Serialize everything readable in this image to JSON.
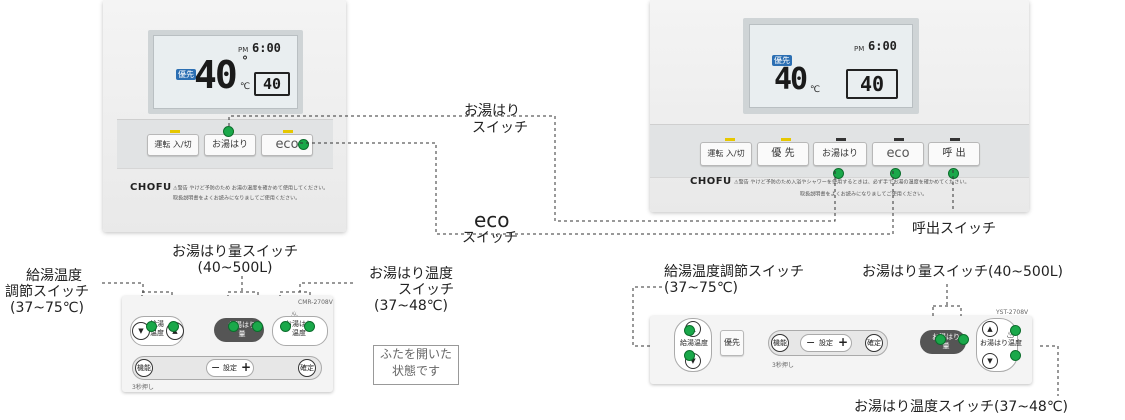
{
  "left_remote": {
    "time": "6:00",
    "pm": "PM",
    "temp": "40",
    "temp_unit": "°",
    "celsius": "℃",
    "bath_temp": "40",
    "priority_badge": "優先",
    "buttons": {
      "power": "運転 入/切",
      "auto_fill": "お湯はり",
      "eco": "eco"
    },
    "brand": "CHOFU",
    "warning_line1": "⚠警告 やけど予防のため お湯の温度を確かめて使用してください。",
    "warning_line2": "取扱説明書をよくお読みになりましてご使用ください。"
  },
  "right_remote": {
    "time": "6:00",
    "pm": "PM",
    "temp": "40",
    "celsius": "℃",
    "bath_temp": "40",
    "priority_badge": "優先",
    "buttons": {
      "power": "運転 入/切",
      "priority": "優 先",
      "auto_fill": "お湯はり",
      "eco": "eco",
      "call": "呼 出"
    },
    "brand": "CHOFU",
    "warning_line1": "⚠警告 やけど予防のため入浴やシャワーを使用するときは、必ず手でお湯の温度を確かめてください。",
    "warning_line2": "取扱説明書をよくお読みになりましてご使用ください。"
  },
  "callouts": {
    "ohayu_switch": "お湯はり\nスイッチ",
    "ohayu_switch_l1": "お湯はり",
    "ohayu_switch_l2": "スイッチ",
    "eco_l1": "eco",
    "eco_l2": "スイッチ",
    "call_switch": "呼出スイッチ"
  },
  "left_open": {
    "labels": {
      "supply_temp_l1": "給湯温度",
      "supply_temp_l2": "調節スイッチ",
      "supply_temp_l3": "(37~75℃)",
      "fill_amount_l1": "お湯はり量スイッチ",
      "fill_amount_l2": "(40~500L)",
      "fill_temp_l1": "お湯はり温度",
      "fill_temp_l2": "スイッチ",
      "fill_temp_l3": "(37~48℃)"
    },
    "controls": {
      "supply": "給湯\n温度",
      "supply_l1": "給湯",
      "supply_l2": "温度",
      "amount_l1": "お湯はり",
      "amount_l2": "量",
      "fill_temp_l1": "お湯はり",
      "fill_temp_l2": "温度",
      "function": "機能",
      "setting": "設定",
      "minus": "−",
      "plus": "+",
      "confirm": "確定",
      "model": "CMR-2708V",
      "hold3": "3秒押し"
    },
    "note_l1": "ふたを開いた",
    "note_l2": "状態です"
  },
  "right_open": {
    "labels": {
      "supply_temp_l1": "給湯温度調節スイッチ",
      "supply_temp_l2": "(37~75℃)",
      "fill_amount": "お湯はり量スイッチ(40~500L)",
      "fill_temp": "お湯はり温度スイッチ(37~48℃)"
    },
    "controls": {
      "supply": "給湯温度",
      "priority": "優先",
      "function": "機能",
      "setting": "設定",
      "minus": "−",
      "plus": "+",
      "confirm": "確定",
      "amount_l1": "お湯はり",
      "amount_l2": "量",
      "fill_temp": "お湯はり温度",
      "model": "YST-2708V",
      "hold3": "3秒押し"
    }
  },
  "colors": {
    "led_green": "#1aa84a",
    "badge_blue": "#2c6fb3",
    "led_yellow": "#e6c700"
  }
}
